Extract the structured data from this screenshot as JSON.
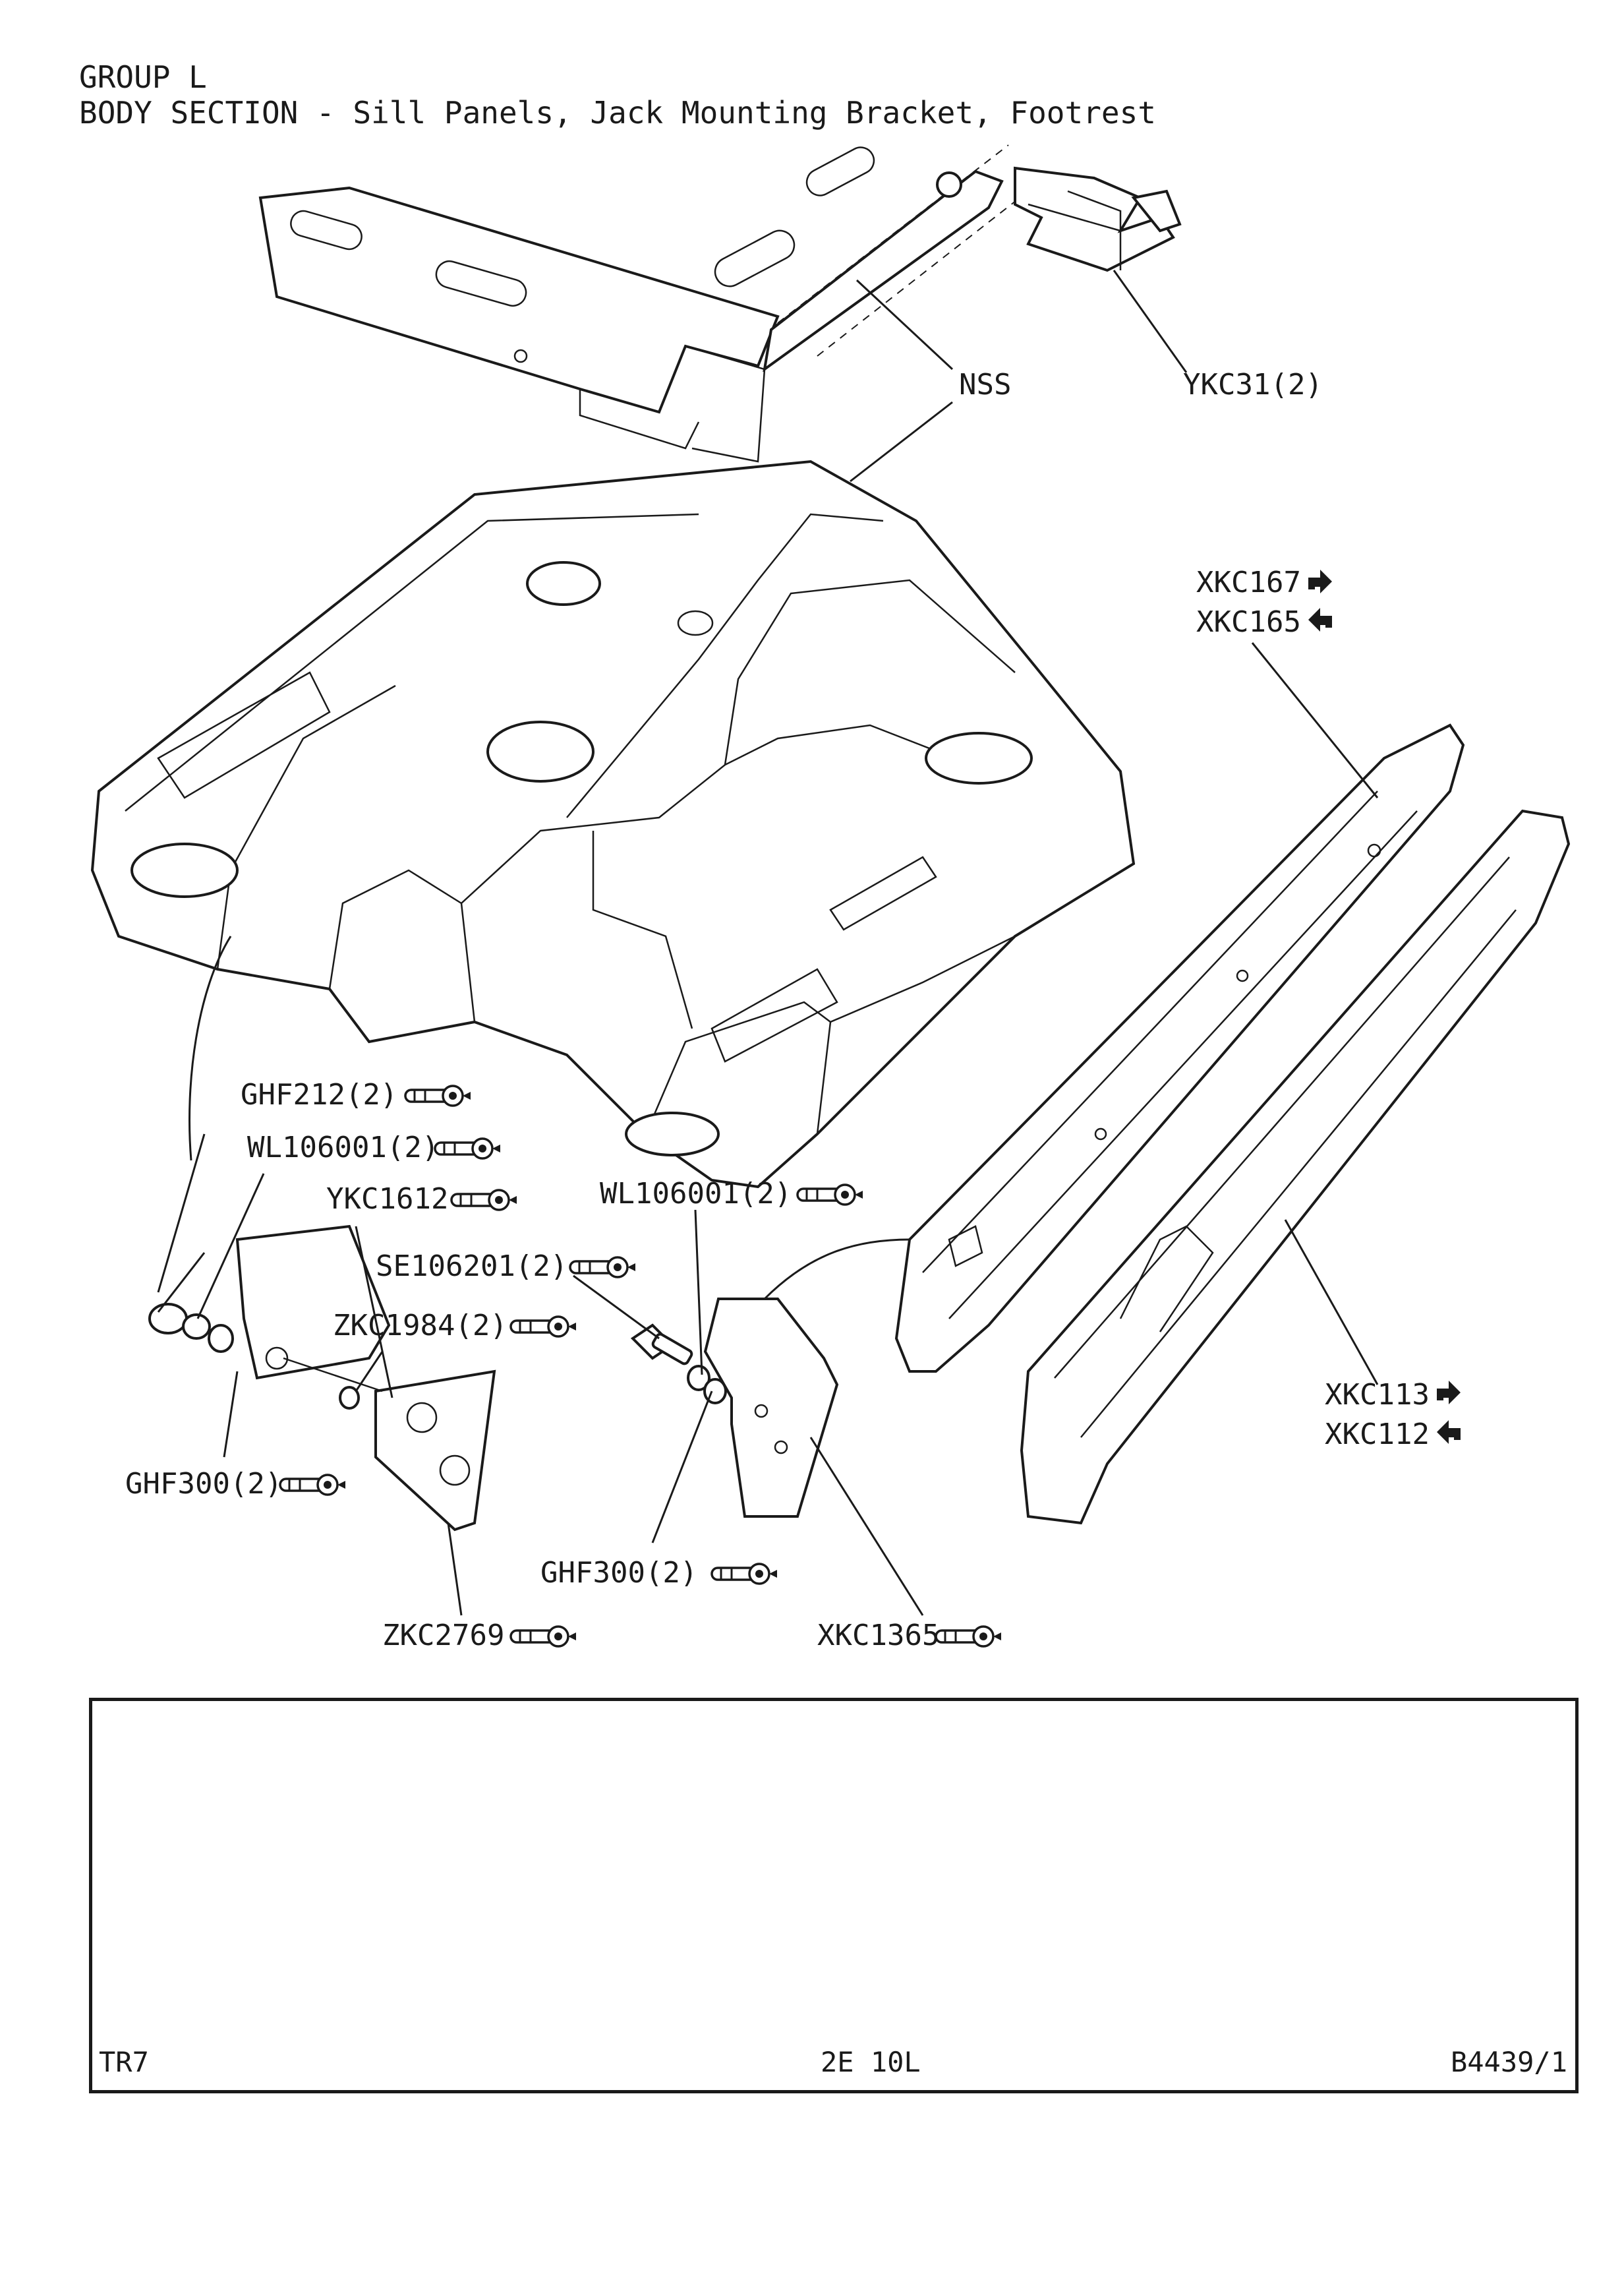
{
  "header": {
    "group": "GROUP L",
    "section": "BODY SECTION - Sill Panels, Jack Mounting Bracket, Footrest"
  },
  "callouts": [
    {
      "id": "nss",
      "text": "NSS",
      "icon": ""
    },
    {
      "id": "ykc31",
      "text": "YKC31(2)",
      "icon": ""
    },
    {
      "id": "xkc167",
      "text": "XKC167",
      "icon": "right-hand-arrow-icon"
    },
    {
      "id": "xkc165",
      "text": "XKC165",
      "icon": "left-hand-arrow-icon"
    },
    {
      "id": "ghf212",
      "text": "GHF212(2)",
      "icon": "bolt-symbol-icon"
    },
    {
      "id": "wl106001a",
      "text": "WL106001(2)",
      "icon": "bolt-symbol-icon"
    },
    {
      "id": "ykc1612",
      "text": "YKC1612",
      "icon": "bolt-symbol-icon"
    },
    {
      "id": "wl106001b",
      "text": "WL106001(2)",
      "icon": "bolt-symbol-icon"
    },
    {
      "id": "se106201",
      "text": "SE106201(2)",
      "icon": "bolt-symbol-icon"
    },
    {
      "id": "zkc1984",
      "text": "ZKC1984(2)",
      "icon": "bolt-symbol-icon"
    },
    {
      "id": "ghf300a",
      "text": "GHF300(2)",
      "icon": "bolt-symbol-icon"
    },
    {
      "id": "ghf300b",
      "text": "GHF300(2)",
      "icon": "bolt-symbol-icon"
    },
    {
      "id": "zkc2769",
      "text": "ZKC2769",
      "icon": "bolt-symbol-icon"
    },
    {
      "id": "xkc1365",
      "text": "XKC1365",
      "icon": "bolt-symbol-icon"
    },
    {
      "id": "xkc113",
      "text": "XKC113",
      "icon": "right-hand-arrow-icon"
    },
    {
      "id": "xkc112",
      "text": "XKC112",
      "icon": "left-hand-arrow-icon"
    }
  ],
  "footer": {
    "model": "TR7",
    "page": "2E 10L",
    "drawing_ref": "B4439/1"
  }
}
